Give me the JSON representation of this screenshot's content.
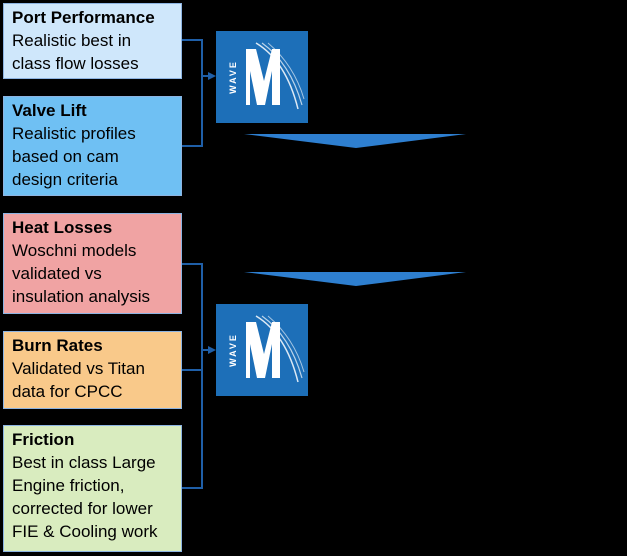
{
  "cards": [
    {
      "id": "port",
      "title": "Port Performance",
      "lines": [
        "Realistic best in",
        "class flow losses"
      ],
      "bg": "#cfe7fb"
    },
    {
      "id": "valve",
      "title": "Valve Lift",
      "lines": [
        "Realistic profiles",
        "based on cam",
        "design criteria"
      ],
      "bg": "#6fc0f3"
    },
    {
      "id": "heat",
      "title": "Heat Losses",
      "lines": [
        "Woschni models",
        "validated vs",
        "insulation analysis"
      ],
      "bg": "#f0a3a3"
    },
    {
      "id": "burn",
      "title": "Burn Rates",
      "lines": [
        "Validated vs Titan",
        "data for CPCC"
      ],
      "bg": "#f9c98a"
    },
    {
      "id": "friction",
      "title": "Friction",
      "lines": [
        "Best in class Large",
        "Engine friction,",
        "corrected for lower",
        "FIE & Cooling work"
      ],
      "bg": "#d9ecbf"
    }
  ],
  "logo": {
    "text": "WAVE",
    "color": "#1d6fb8"
  },
  "colors": {
    "connector": "#1f5fa8",
    "chevron": "#2e7fd0"
  }
}
